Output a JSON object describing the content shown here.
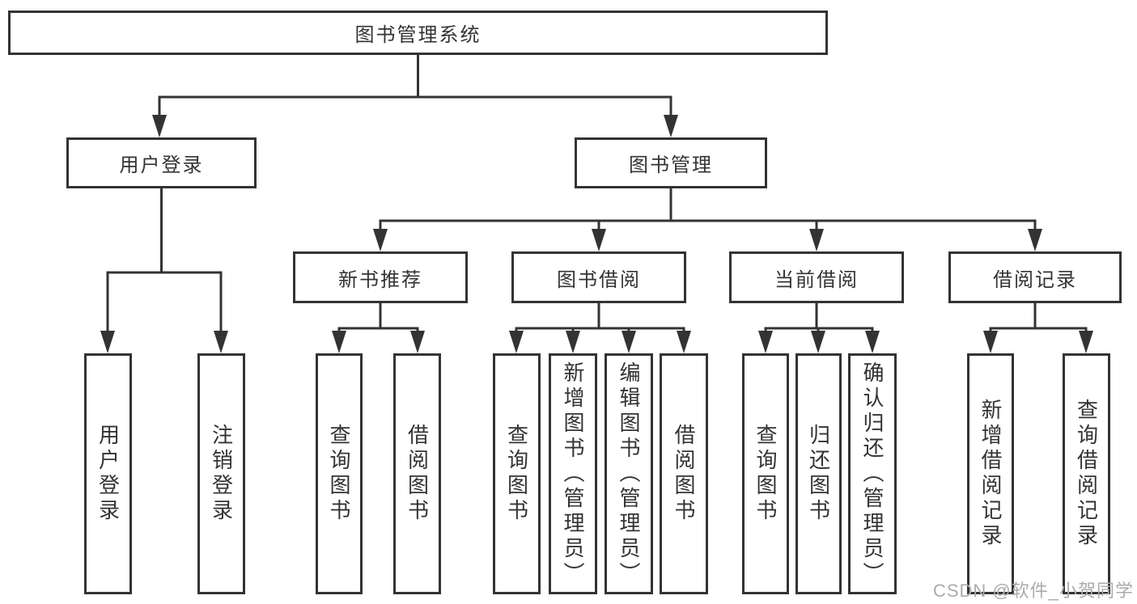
{
  "colors": {
    "line": "#333333",
    "text": "#333333",
    "background": "#ffffff",
    "watermark": "#ababab"
  },
  "diagram": {
    "root": {
      "label": "图书管理系统",
      "children": [
        {
          "label": "用户登录",
          "children": [
            {
              "label": "用户登录"
            },
            {
              "label": "注销登录"
            }
          ]
        },
        {
          "label": "图书管理",
          "children": [
            {
              "label": "新书推荐",
              "children": [
                {
                  "label": "查询图书"
                },
                {
                  "label": "借阅图书"
                }
              ]
            },
            {
              "label": "图书借阅",
              "children": [
                {
                  "label": "查询图书"
                },
                {
                  "label": "新增图书（管理员）"
                },
                {
                  "label": "编辑图书（管理员）"
                },
                {
                  "label": "借阅图书"
                }
              ]
            },
            {
              "label": "当前借阅",
              "children": [
                {
                  "label": "查询图书"
                },
                {
                  "label": "归还图书"
                },
                {
                  "label": "确认归还（管理员）"
                }
              ]
            },
            {
              "label": "借阅记录",
              "children": [
                {
                  "label": "新增借阅记录"
                },
                {
                  "label": "查询借阅记录"
                }
              ]
            }
          ]
        }
      ]
    }
  },
  "watermark": "CSDN @软件_小贺同学"
}
